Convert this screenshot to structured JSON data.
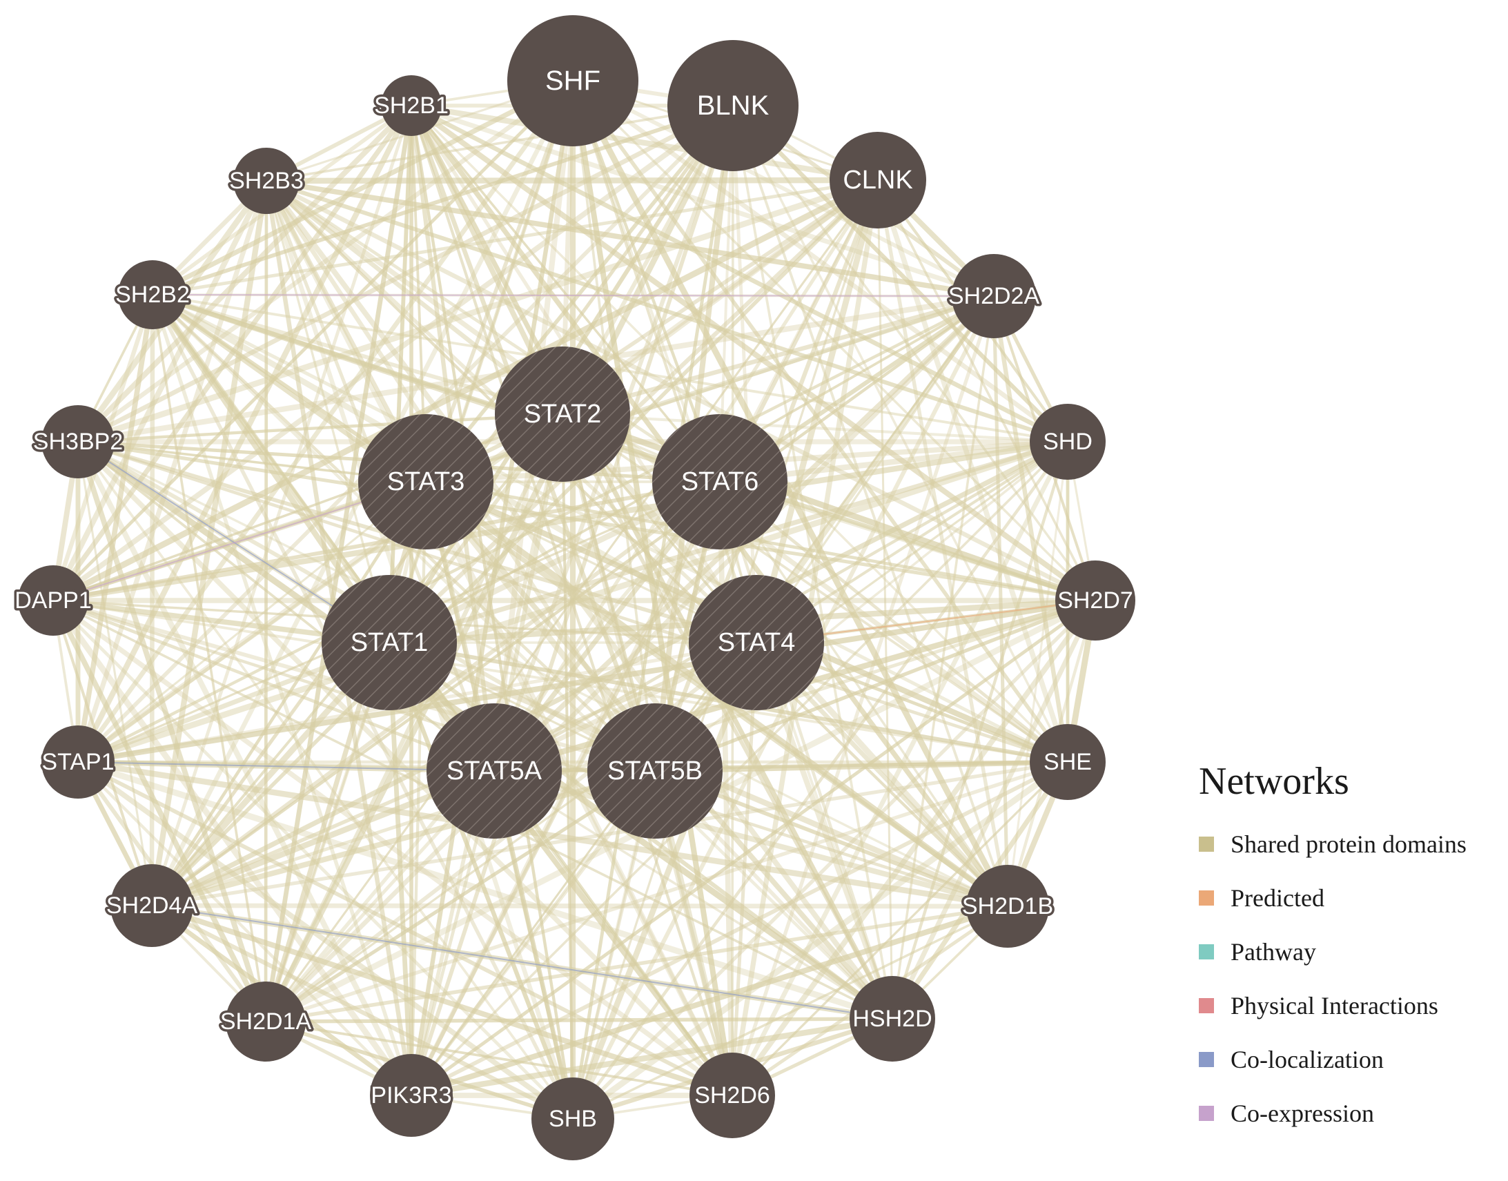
{
  "legend": {
    "title": "Networks",
    "items": [
      {
        "label": "Shared protein domains",
        "color": "#c9bf8d"
      },
      {
        "label": "Predicted",
        "color": "#eba877"
      },
      {
        "label": "Pathway",
        "color": "#7fcbc1"
      },
      {
        "label": "Physical Interactions",
        "color": "#e08a8d"
      },
      {
        "label": "Co-localization",
        "color": "#8a9ac8"
      },
      {
        "label": "Co-expression",
        "color": "#c6a2cc"
      }
    ]
  },
  "colors": {
    "node_fill": "#5a4f4b",
    "node_label": "#ffffff",
    "edge_shared_domains": "#d7cea3",
    "query_hatch": "#7d726d"
  },
  "nodes": {
    "query": [
      {
        "id": "STAT2",
        "label": "STAT2"
      },
      {
        "id": "STAT3",
        "label": "STAT3"
      },
      {
        "id": "STAT6",
        "label": "STAT6"
      },
      {
        "id": "STAT1",
        "label": "STAT1"
      },
      {
        "id": "STAT4",
        "label": "STAT4"
      },
      {
        "id": "STAT5A",
        "label": "STAT5A"
      },
      {
        "id": "STAT5B",
        "label": "STAT5B"
      }
    ],
    "ring": [
      {
        "id": "SHF",
        "label": "SHF"
      },
      {
        "id": "BLNK",
        "label": "BLNK"
      },
      {
        "id": "CLNK",
        "label": "CLNK"
      },
      {
        "id": "SH2D2A",
        "label": "SH2D2A"
      },
      {
        "id": "SHD",
        "label": "SHD"
      },
      {
        "id": "SH2D7",
        "label": "SH2D7"
      },
      {
        "id": "SHE",
        "label": "SHE"
      },
      {
        "id": "SH2D1B",
        "label": "SH2D1B"
      },
      {
        "id": "HSH2D",
        "label": "HSH2D"
      },
      {
        "id": "SH2D6",
        "label": "SH2D6"
      },
      {
        "id": "SHB",
        "label": "SHB"
      },
      {
        "id": "PIK3R3",
        "label": "PIK3R3"
      },
      {
        "id": "SH2D1A",
        "label": "SH2D1A"
      },
      {
        "id": "SH2D4A",
        "label": "SH2D4A"
      },
      {
        "id": "STAP1",
        "label": "STAP1"
      },
      {
        "id": "DAPP1",
        "label": "DAPP1"
      },
      {
        "id": "SH3BP2",
        "label": "SH3BP2"
      },
      {
        "id": "SH2B2",
        "label": "SH2B2"
      },
      {
        "id": "SH2B3",
        "label": "SH2B3"
      },
      {
        "id": "SH2B1",
        "label": "SH2B1"
      }
    ]
  }
}
